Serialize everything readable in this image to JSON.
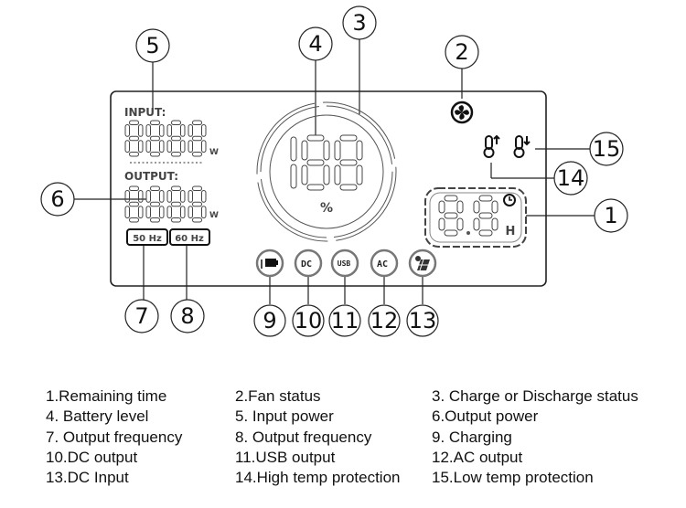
{
  "panel": {
    "input_label": "INPUT:",
    "output_label": "OUTPUT:",
    "watt_unit": "W",
    "percent_unit": "%",
    "hour_unit": "H",
    "freq_50": "50 Hz",
    "freq_60": "60 Hz",
    "charging_icon": "battery-plug-icon",
    "dc_icon_label": "DC",
    "usb_icon_label": "USB",
    "ac_icon_label": "AC",
    "solar_icon": "solar-panel-icon",
    "fan_icon": "fan-icon",
    "high_temp_icon": "thermometer-up-icon",
    "low_temp_icon": "thermometer-down-icon",
    "clock_icon": "clock-icon"
  },
  "callouts": [
    "1",
    "2",
    "3",
    "4",
    "5",
    "6",
    "7",
    "8",
    "9",
    "10",
    "11",
    "12",
    "13",
    "14",
    "15"
  ],
  "legend": [
    [
      "1.Remaining time",
      "2.Fan status",
      "3. Charge or Discharge status"
    ],
    [
      "4. Battery level",
      "5. Input power",
      "6.Output power"
    ],
    [
      "7. Output frequency",
      "8. Output frequency",
      "9. Charging"
    ],
    [
      "10.DC output",
      "11.USB output",
      "12.AC output"
    ],
    [
      "13.DC Input",
      "14.High temp protection",
      "15.Low temp protection"
    ]
  ]
}
